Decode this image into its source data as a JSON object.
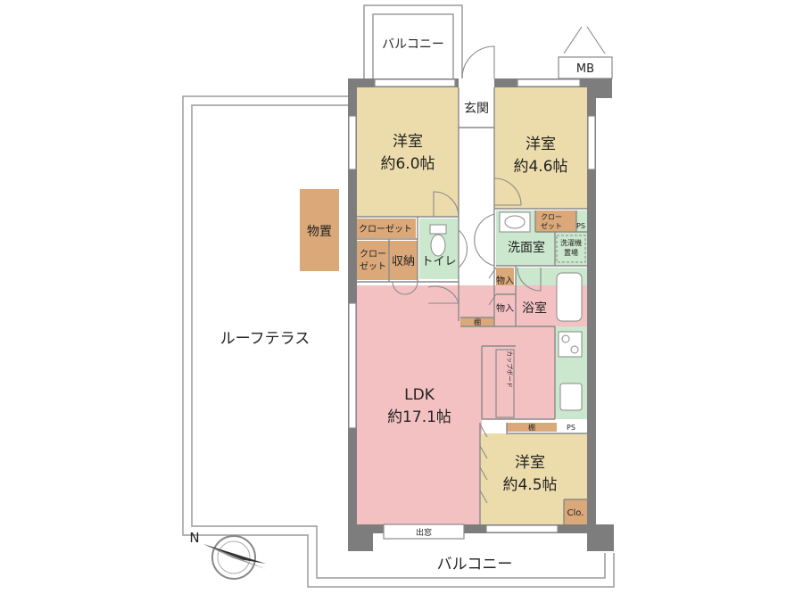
{
  "colors": {
    "western_room": "#eddcab",
    "ldk": "#f4c1c3",
    "wet_area": "#cbe7cd",
    "storage": "#dba879",
    "wall": "#7d7d7d",
    "corridor": "#ffffff"
  },
  "labels": {
    "balcony_top": "バルコニー",
    "mb": "MB",
    "entrance": "玄関",
    "room_a_name": "洋室",
    "room_a_size": "約6.0帖",
    "room_b_name": "洋室",
    "room_b_size": "約4.6帖",
    "storage_shed": "物置",
    "closet_top": "クローゼット",
    "closet_small_1": "クロー",
    "closet_small_2": "ゼット",
    "shuno": "収納",
    "toilet": "トイレ",
    "closet_b_1": "クロー",
    "closet_b_2": "ゼット",
    "ps_top": "PS",
    "washroom": "洗面室",
    "washer_1": "洗濯機",
    "washer_2": "置場",
    "mono_1": "物入",
    "mono_2": "物入",
    "bath": "浴室",
    "roof_terrace": "ルーフテラス",
    "shelf_1": "棚",
    "cupboard": "カップボード",
    "ldk_name": "LDK",
    "ldk_size": "約17.1帖",
    "shelf_2": "棚",
    "ps_bottom": "PS",
    "room_c_name": "洋室",
    "room_c_size": "約4.5帖",
    "clo": "Clo.",
    "bay_window": "出窓",
    "balcony_bottom": "バルコニー",
    "compass_n": "N"
  }
}
